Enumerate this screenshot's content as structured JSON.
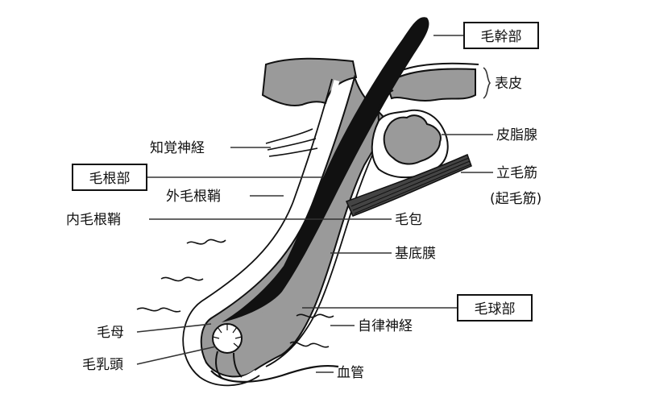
{
  "labels": {
    "hair_shaft": "毛幹部",
    "epidermis": "表皮",
    "sebaceous_gland": "皮脂腺",
    "sensory_nerve": "知覚神経",
    "hair_root": "毛根部",
    "outer_root_sheath": "外毛根鞘",
    "arrector_pili": "立毛筋",
    "arrector_pili_alt": "(起毛筋)",
    "inner_root_sheath": "内毛根鞘",
    "hair_follicle": "毛包",
    "basement_membrane": "基底膜",
    "hair_bulb": "毛球部",
    "hair_matrix": "毛母",
    "autonomic_nerve": "自律神経",
    "dermal_papilla": "毛乳頭",
    "blood_vessel": "血管"
  },
  "colors": {
    "tissue_gray": "#9a9a9a",
    "hair_black": "#111111",
    "outline": "#111111",
    "background": "#ffffff"
  }
}
